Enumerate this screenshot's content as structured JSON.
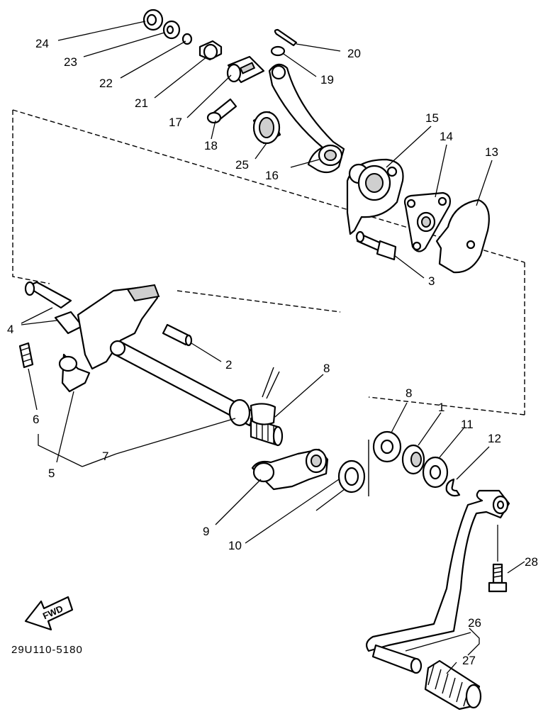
{
  "diagram": {
    "callouts": [
      {
        "id": "c24",
        "label": "24"
      },
      {
        "id": "c23",
        "label": "23"
      },
      {
        "id": "c22",
        "label": "22"
      },
      {
        "id": "c21",
        "label": "21"
      },
      {
        "id": "c17",
        "label": "17"
      },
      {
        "id": "c18",
        "label": "18"
      },
      {
        "id": "c25",
        "label": "25"
      },
      {
        "id": "c16",
        "label": "16"
      },
      {
        "id": "c20",
        "label": "20"
      },
      {
        "id": "c19",
        "label": "19"
      },
      {
        "id": "c15",
        "label": "15"
      },
      {
        "id": "c14",
        "label": "14"
      },
      {
        "id": "c13",
        "label": "13"
      },
      {
        "id": "c3",
        "label": "3"
      },
      {
        "id": "c4",
        "label": "4"
      },
      {
        "id": "c2",
        "label": "2"
      },
      {
        "id": "c6",
        "label": "6"
      },
      {
        "id": "c5",
        "label": "5"
      },
      {
        "id": "c7",
        "label": "7"
      },
      {
        "id": "c8a",
        "label": "8"
      },
      {
        "id": "c8b",
        "label": "8"
      },
      {
        "id": "c1",
        "label": "1"
      },
      {
        "id": "c11",
        "label": "11"
      },
      {
        "id": "c12",
        "label": "12"
      },
      {
        "id": "c9",
        "label": "9"
      },
      {
        "id": "c10",
        "label": "10"
      },
      {
        "id": "c28",
        "label": "28"
      },
      {
        "id": "c26",
        "label": "26"
      },
      {
        "id": "c27",
        "label": "27"
      }
    ],
    "fwd_label": "FWD",
    "drawing_code": "29U110-5180"
  }
}
